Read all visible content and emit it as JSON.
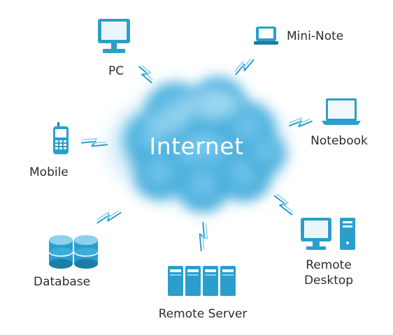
{
  "center": {
    "label": "Internet"
  },
  "nodes": {
    "pc": "PC",
    "mini_note": "Mini-Note",
    "notebook": "Notebook",
    "mobile": "Mobile",
    "database": "Database",
    "remote_server": "Remote Server",
    "remote_desktop_line1": "Remote",
    "remote_desktop_line2": "Desktop"
  },
  "colors": {
    "icon": "#2a9fcb",
    "icon_dark": "#1c7ea6",
    "cloud": "#56b8e3",
    "cloud_light": "#a9dcf3",
    "label": "#2d2d2d"
  },
  "icons": [
    "monitor-icon",
    "mini-note-icon",
    "laptop-icon",
    "mobile-phone-icon",
    "database-icon",
    "server-rack-icon",
    "desktop-tower-icon",
    "lightning-bolt-icon"
  ]
}
